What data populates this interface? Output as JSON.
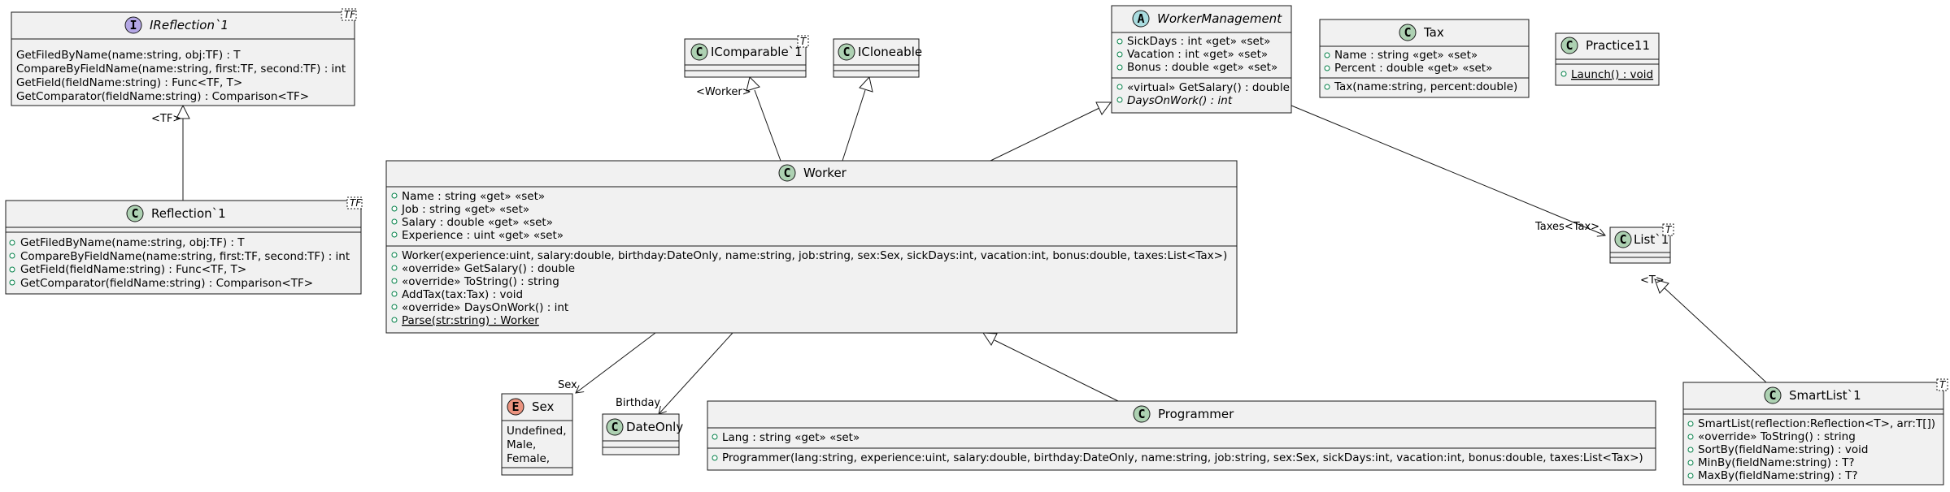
{
  "colors": {
    "class_marker": "#ADD1B2",
    "interface_marker": "#B4A7E5",
    "abstract_marker": "#A9DCDF",
    "enum_marker": "#EB937F",
    "box_fill": "#F1F1F1",
    "public_visibility": "#038048"
  },
  "classes": {
    "ireflection": {
      "marker": "I",
      "name": "IReflection`1",
      "type_param": "TF",
      "members": [
        "GetFiledByName(name:string, obj:TF) : T",
        "CompareByFieldName(name:string, first:TF, second:TF) : int",
        "GetField(fieldName:string) : Func<TF, T>",
        "GetComparator(fieldName:string) : Comparison<TF>"
      ]
    },
    "reflection": {
      "marker": "C",
      "name": "Reflection`1",
      "type_param": "TF",
      "members": [
        "GetFiledByName(name:string, obj:TF) : T",
        "CompareByFieldName(name:string, first:TF, second:TF) : int",
        "GetField(fieldName:string) : Func<TF, T>",
        "GetComparator(fieldName:string) : Comparison<TF>"
      ]
    },
    "icomparable": {
      "marker": "C",
      "name": "IComparable`1",
      "type_param": "T"
    },
    "icloneable": {
      "marker": "C",
      "name": "ICloneable"
    },
    "workermanagement": {
      "marker": "A",
      "name": "WorkerManagement",
      "fields": [
        "SickDays : int «get» «set»",
        "Vacation : int «get» «set»",
        "Bonus : double «get» «set»"
      ],
      "methods": [
        "«virtual» GetSalary() : double",
        "DaysOnWork() : int"
      ]
    },
    "tax": {
      "marker": "C",
      "name": "Tax",
      "fields": [
        "Name : string «get» «set»",
        "Percent : double «get» «set»"
      ],
      "methods": [
        "Tax(name:string, percent:double)"
      ]
    },
    "practice11": {
      "marker": "C",
      "name": "Practice11",
      "methods": [
        "Launch() : void"
      ]
    },
    "worker": {
      "marker": "C",
      "name": "Worker",
      "fields": [
        "Name : string «get» «set»",
        "Job : string «get» «set»",
        "Salary : double «get» «set»",
        "Experience : uint «get» «set»"
      ],
      "methods": [
        "Worker(experience:uint, salary:double, birthday:DateOnly, name:string, job:string, sex:Sex, sickDays:int, vacation:int, bonus:double, taxes:List<Tax>)",
        "«override» GetSalary() : double",
        "«override» ToString() : string",
        "AddTax(tax:Tax) : void",
        "«override» DaysOnWork() : int",
        "Parse(str:string) : Worker"
      ]
    },
    "list": {
      "marker": "C",
      "name": "List`1",
      "type_param": "T"
    },
    "sex": {
      "marker": "E",
      "name": "Sex",
      "values": [
        "Undefined,",
        "Male,",
        "Female,"
      ]
    },
    "dateonly": {
      "marker": "C",
      "name": "DateOnly"
    },
    "programmer": {
      "marker": "C",
      "name": "Programmer",
      "fields": [
        "Lang : string «get» «set»"
      ],
      "methods": [
        "Programmer(lang:string, experience:uint, salary:double, birthday:DateOnly, name:string, job:string, sex:Sex, sickDays:int, vacation:int, bonus:double, taxes:List<Tax>)"
      ]
    },
    "smartlist": {
      "marker": "C",
      "name": "SmartList`1",
      "type_param": "T",
      "methods": [
        "SmartList(reflection:Reflection<T>, arr:T[])",
        "«override» ToString() : string",
        "SortBy(fieldName:string) : void",
        "MinBy(fieldName:string) : T?",
        "MaxBy(fieldName:string) : T?"
      ]
    }
  },
  "edge_labels": {
    "tf": "<TF>",
    "worker_generic": "<Worker>",
    "taxes": "Taxes<Tax>",
    "t": "<T>",
    "sex": "Sex",
    "birthday": "Birthday"
  }
}
